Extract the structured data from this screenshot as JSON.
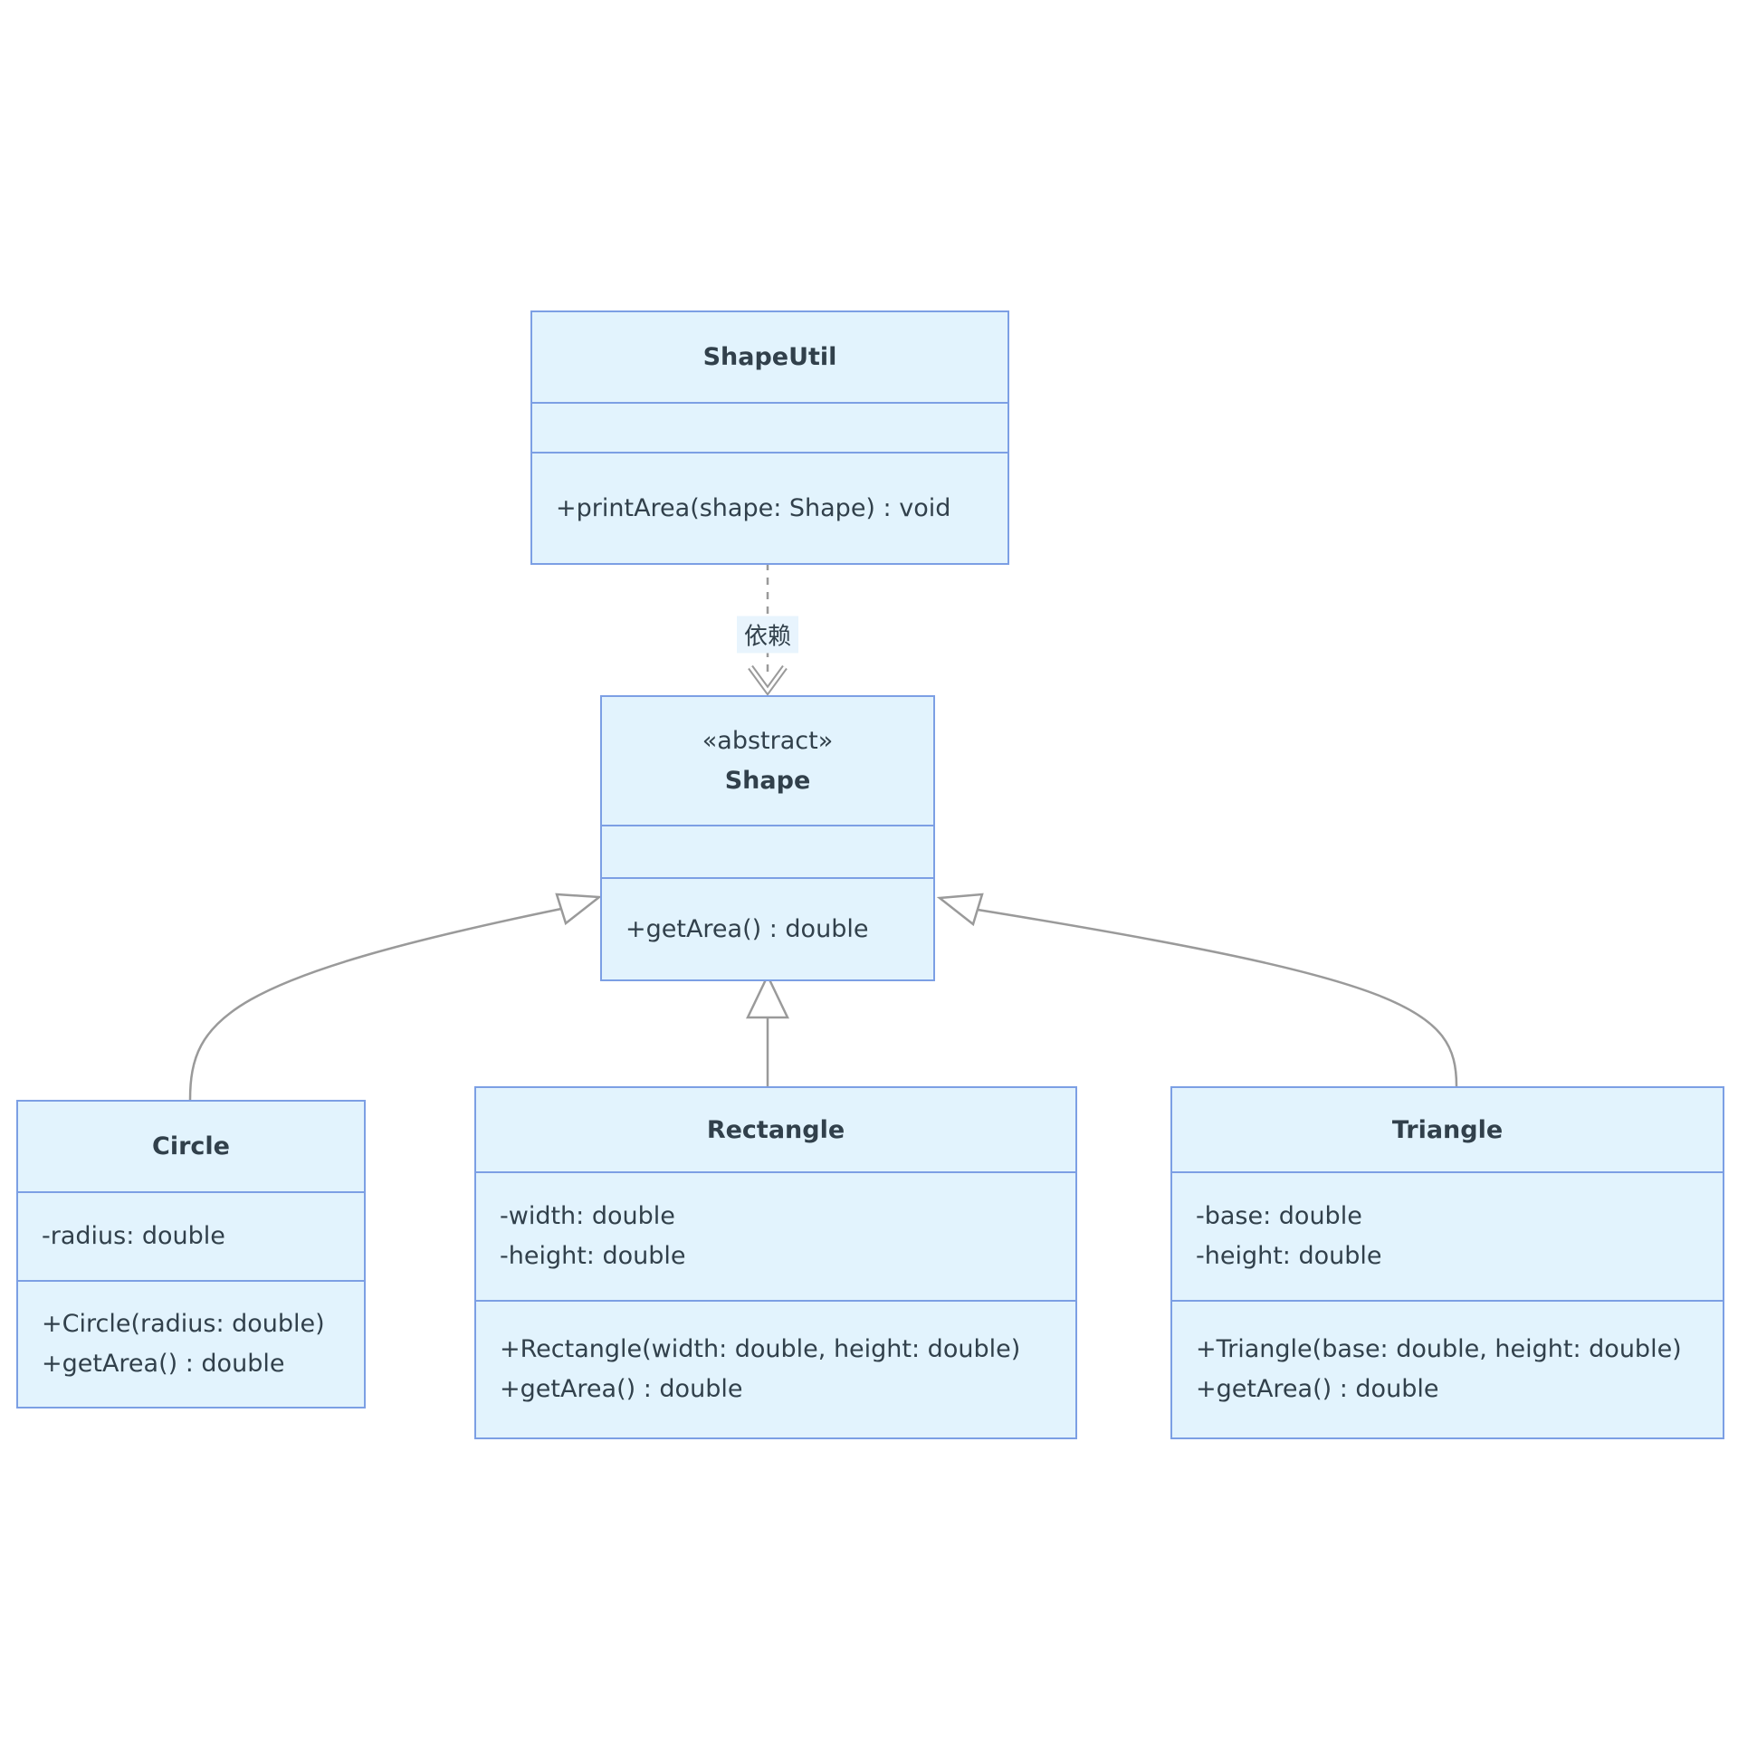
{
  "diagram_type": "uml-class-diagram",
  "colors": {
    "background": "#ffffff",
    "box_fill": "#e2f3fd",
    "box_border": "#7c9fe4",
    "text": "#31404b",
    "edge_line": "#9a9a9a",
    "label_bg": "#e8f4fd"
  },
  "classes": {
    "shapeutil": {
      "name": "ShapeUtil",
      "attributes": [],
      "methods": [
        "+printArea(shape: Shape) : void"
      ]
    },
    "shape": {
      "stereotype": "«abstract»",
      "name": "Shape",
      "attributes": [],
      "methods": [
        "+getArea() : double"
      ]
    },
    "circle": {
      "name": "Circle",
      "attributes": [
        "-radius: double"
      ],
      "methods": [
        "+Circle(radius: double)",
        "+getArea() : double"
      ]
    },
    "rectangle": {
      "name": "Rectangle",
      "attributes": [
        "-width: double",
        "-height: double"
      ],
      "methods": [
        "+Rectangle(width: double, height: double)",
        "+getArea() : double"
      ]
    },
    "triangle": {
      "name": "Triangle",
      "attributes": [
        "-base: double",
        "-height: double"
      ],
      "methods": [
        "+Triangle(base: double, height: double)",
        "+getArea() : double"
      ]
    }
  },
  "relationships": {
    "dependency": {
      "from": "ShapeUtil",
      "to": "Shape",
      "type": "dependency",
      "label": "依赖"
    },
    "inheritance": [
      {
        "from": "Circle",
        "to": "Shape",
        "type": "inheritance"
      },
      {
        "from": "Rectangle",
        "to": "Shape",
        "type": "inheritance"
      },
      {
        "from": "Triangle",
        "to": "Shape",
        "type": "inheritance"
      }
    ]
  }
}
